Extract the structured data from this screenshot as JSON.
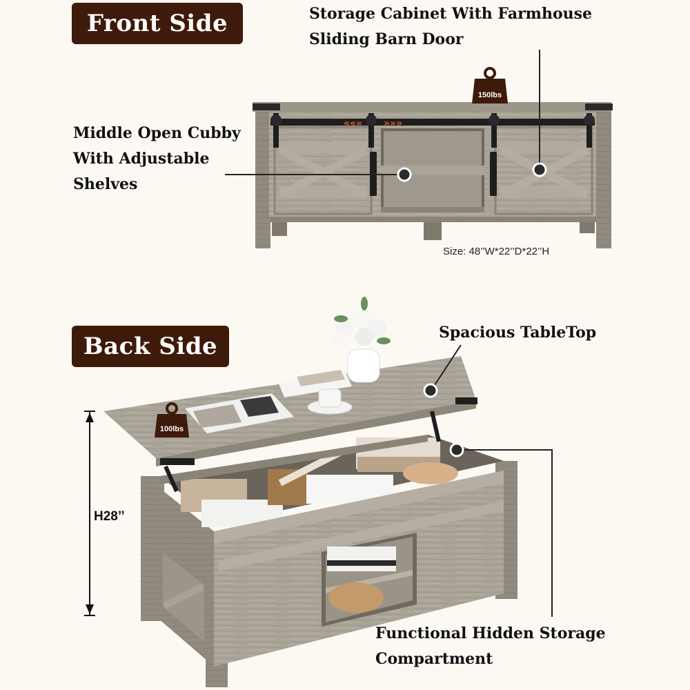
{
  "front": {
    "badge": "Front Side",
    "storage_line1": "Storage Cabinet With Farmhouse",
    "storage_line2": "Sliding Barn Door",
    "cubby_line1": "Middle Open Cubby",
    "cubby_line2": "With Adjustable",
    "cubby_line3": "Shelves",
    "weight": "150lbs",
    "size": "Size: 48’’W*22’’D*22’’H"
  },
  "back": {
    "badge": "Back Side",
    "tabletop": "Spacious TableTop",
    "hidden_line1": "Functional Hidden Storage",
    "hidden_line2": "Compartment",
    "weight": "100lbs",
    "height": "H28’’"
  },
  "colors": {
    "badge": "#3e1a0a",
    "wood": "#a9a397",
    "wood_dark": "#8d877b",
    "hardware": "#1e1e1e",
    "arrow": "#e2572a"
  }
}
